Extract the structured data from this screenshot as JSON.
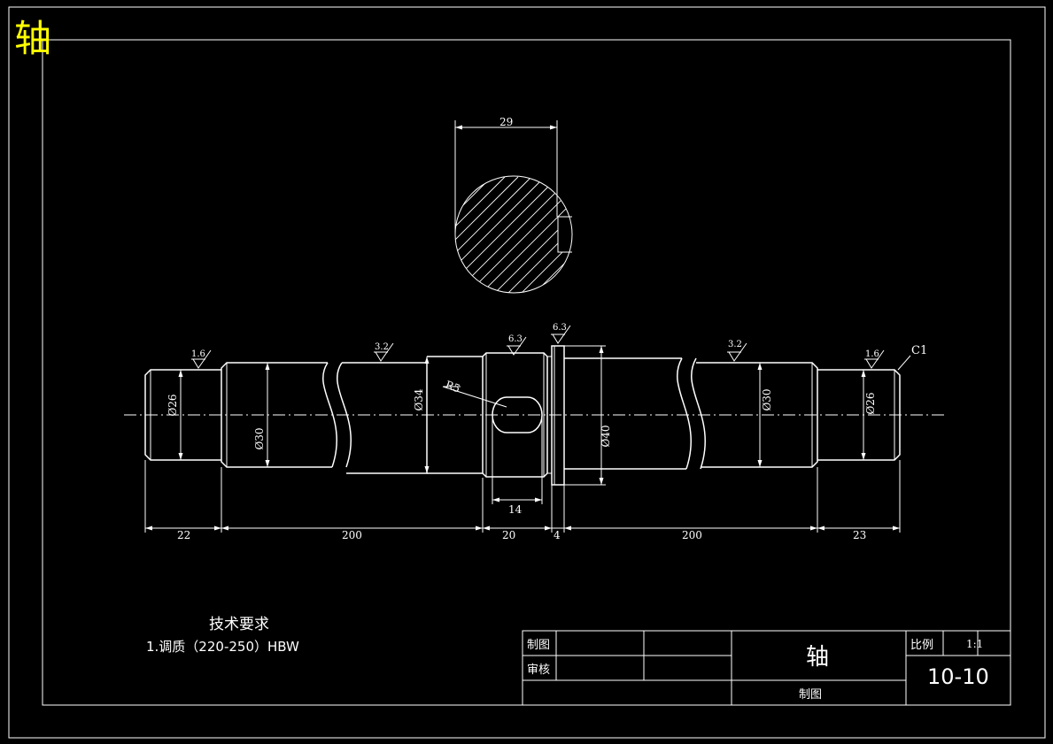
{
  "header": {
    "label": "轴",
    "color": "#ffff00"
  },
  "drawing": {
    "section": {
      "width_dim": "29"
    },
    "dims": {
      "d26_left": "Ø26",
      "d30_left": "Ø30",
      "d34": "Ø34",
      "d40": "Ø40",
      "d30_right": "Ø30",
      "d26_right": "Ø26",
      "radius": "R5",
      "keyway": "14",
      "len_22": "22",
      "len_200a": "200",
      "len_20": "20",
      "len_4": "4",
      "len_200b": "200",
      "len_23": "23",
      "chamfer": "C1"
    },
    "roughness": [
      "1.6",
      "3.2",
      "6.3",
      "6.3",
      "3.2",
      "1.6"
    ]
  },
  "notes": {
    "title": "技术要求",
    "line1": "1.调质（220-250）HBW"
  },
  "title_block": {
    "drawn_label": "制图",
    "check_label": "审核",
    "part_name": "轴",
    "scale_label": "比例",
    "scale_value": "1:1",
    "drawing_no": "10-10",
    "footer_label": "制图"
  }
}
